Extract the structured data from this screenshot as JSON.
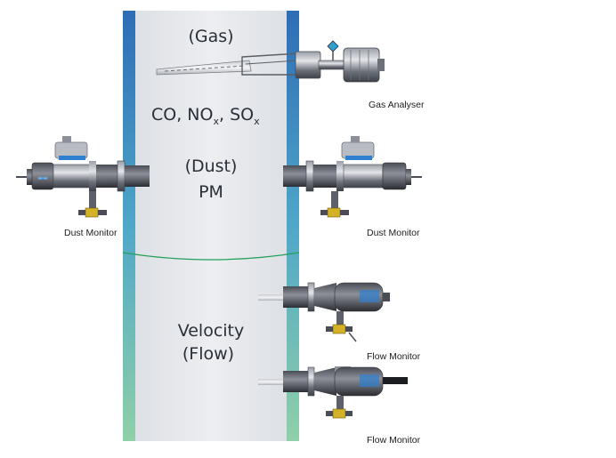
{
  "stack": {
    "gas_label": "(Gas)",
    "gases": {
      "co": "CO, NO",
      "nox_sub": "x",
      "sep": ", SO",
      "sox_sub": "x"
    },
    "dust_label": "(Dust)",
    "pm_label": "PM",
    "velocity_label": "Velocity",
    "flow_label": "(Flow)"
  },
  "instruments": {
    "gas_analyser": "Gas Analyser",
    "dust_monitor_left": "Dust Monitor",
    "dust_monitor_right": "Dust Monitor",
    "flow_monitor_top": "Flow Monitor",
    "flow_monitor_bottom": "Flow Monitor"
  },
  "colors": {
    "wall_top": "#2e6db6",
    "wall_bottom": "#8fd0a8",
    "interior": "#e6e8ec",
    "divider": "#23a05a",
    "instrument_body": "#5d6068",
    "accent_blue": "#2f7fd0",
    "valve_yellow": "#d4b227"
  }
}
